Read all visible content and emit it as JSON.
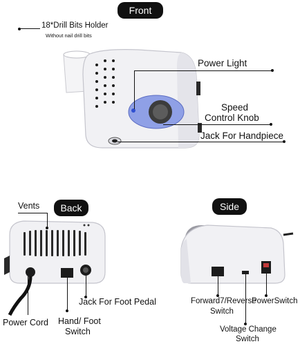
{
  "sections": {
    "front": "Front",
    "back": "Back",
    "side": "Side"
  },
  "front_labels": {
    "drill_holder": "18*Drill Bits Holder",
    "drill_holder_note": "Without nail drill bits",
    "power_light": "Power Light",
    "speed_knob_line1": "Speed",
    "speed_knob_line2": "Control Knob",
    "handpiece_jack": "Jack For Handpiece"
  },
  "back_labels": {
    "vents": "Vents",
    "foot_pedal_jack": "Jack For Foot Pedal",
    "power_cord": "Power Cord",
    "hand_foot_switch_line1": "Hand/ Foot",
    "hand_foot_switch_line2": "Switch"
  },
  "side_labels": {
    "forward_reverse_line1": "Forward7/Reverse",
    "forward_reverse_line2": "Switch",
    "power_switch": "PowerSwitch",
    "voltage_line1": "Voltage Change",
    "voltage_line2": "Switch"
  },
  "colors": {
    "device_body": "#f2f2f4",
    "knob_accent": "#6b7fd8",
    "label_pill": "#111111"
  }
}
